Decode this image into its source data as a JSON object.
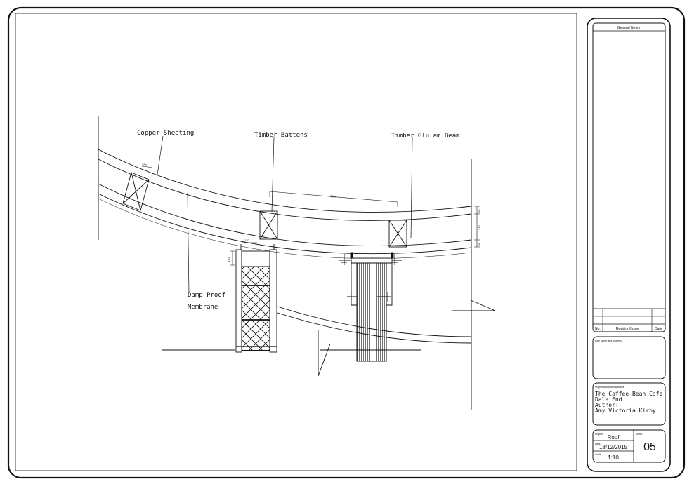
{
  "labels": {
    "copper_sheeting": "Copper Sheeting",
    "timber_battens": "Timber Battens",
    "timber_glulam_beam": "Timber Glulam Beam",
    "damp_proof_line1": "Damp Proof",
    "damp_proof_line2": "Membrane"
  },
  "dimensions": {
    "d_250": "250",
    "d_1000": "1000",
    "d_170": "170",
    "d_120": "120",
    "d_50": "50",
    "d_240": "240",
    "d_18": "18"
  },
  "title_block": {
    "general_notes": "General Notes",
    "rev_no": "No.",
    "rev_issue": "Revision/Issue",
    "rev_date": "Date",
    "firm_name": "Firm Name and Address",
    "project_name_address_label": "Project Name and Address",
    "project_lines": [
      "The Coffee Bean Cafe",
      "Dale End",
      "Author:",
      "Amy Victoria Kirby"
    ],
    "project_label": "Project",
    "project_value": "Roof",
    "sheet_label": "Sheet",
    "sheet_value": "05",
    "date_label": "Date",
    "date_value": "18/12/2015",
    "scale_label": "Scale",
    "scale_value": "1:10"
  }
}
